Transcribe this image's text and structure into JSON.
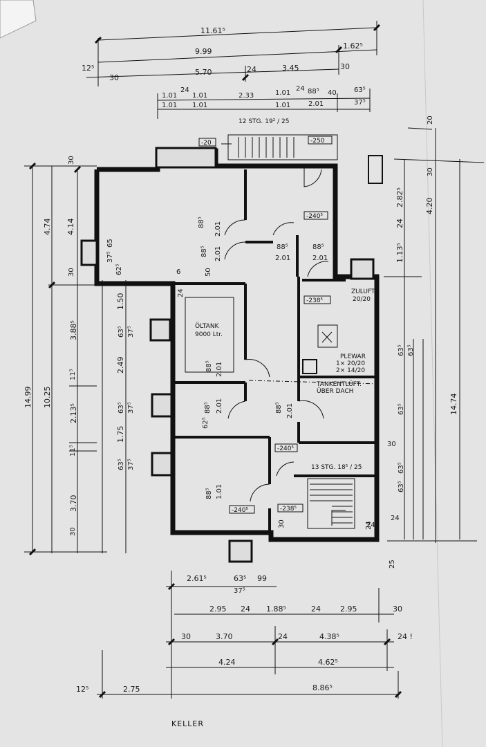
{
  "title": "KELLER",
  "stairs": {
    "upper": "12 STG. 19² / 25",
    "lower": "13 STG. 18⁵ / 25"
  },
  "rooms": {
    "oiltank": [
      "ÖLTANK",
      "9000 Ltr."
    ],
    "supply_air": [
      "ZULUFT",
      "20/20"
    ],
    "flue": [
      "PLEWAR",
      "1× 20/20",
      "2× 14/20"
    ],
    "tank_vent": [
      "TANKENTLÜFT.",
      "ÜBER DACH"
    ]
  },
  "levels": [
    "-20",
    "-250",
    "-240⁵",
    "-238⁵",
    "-240⁵",
    "-240⁵",
    "-238⁵"
  ],
  "top_dims": {
    "row1": [
      "11.61⁵"
    ],
    "row2": [
      "9.99",
      "1.62⁵"
    ],
    "row3": [
      "12⁵",
      "30",
      "5.70",
      "24",
      "3.45",
      "30"
    ],
    "row4_top": [
      "1.01",
      "24",
      "1.01",
      "2.33",
      "1.01",
      "24",
      "88⁵",
      "40",
      "63⁵"
    ],
    "row4_bottom": [
      "1.01",
      "1.01",
      "1.01",
      "2.01",
      "37⁵"
    ]
  },
  "bottom_dims": {
    "row1": [
      "2.61⁵",
      "63⁵",
      "99",
      "37⁵"
    ],
    "row2": [
      "2.95",
      "24",
      "1.88⁵",
      "24",
      "2.95",
      "30"
    ],
    "row3": [
      "30",
      "3.70",
      "24",
      "4.38⁵",
      "24 !"
    ],
    "row4": [
      "4.24",
      "4.62⁵"
    ],
    "row5": [
      "12⁵",
      "2.75",
      "8.86⁵"
    ]
  },
  "left_dims": {
    "outer": [
      "14.99"
    ],
    "mid": [
      "10.25"
    ],
    "upper": [
      "4.74",
      "4.14",
      "30",
      "30"
    ],
    "inner": [
      "3.88⁵",
      "11⁵",
      "2.13⁵",
      "11⁵",
      "3.70",
      "30"
    ],
    "rooms": [
      "1.50",
      "2.49",
      "1.75"
    ]
  },
  "right_dims": {
    "outer": [
      "14.74"
    ],
    "inner": [
      "2.82⁵",
      "24",
      "1.13⁵",
      "4.20",
      "30",
      "20"
    ],
    "small": [
      "63⁵",
      "63⁵",
      "63⁵",
      "63⁵",
      "63⁵"
    ],
    "misc": [
      "30",
      "24",
      "24",
      "25"
    ]
  },
  "openings": [
    "88⁵",
    "2.01",
    "88⁵",
    "2.01",
    "88⁵",
    "2.01",
    "88⁵",
    "2.01",
    "88⁵",
    "2.01",
    "88⁵",
    "2.01",
    "88⁵",
    "2.01",
    "88⁵",
    "1.01",
    "62⁵",
    "37⁵",
    "63⁵",
    "37⁵",
    "63⁵",
    "37⁵",
    "63⁵",
    "37⁵",
    "65",
    "62⁵",
    "50",
    "6",
    "24",
    "30",
    "24"
  ]
}
